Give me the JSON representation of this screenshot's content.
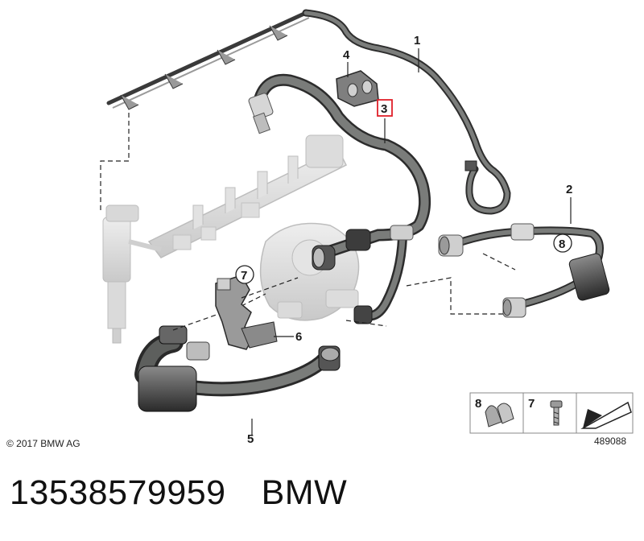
{
  "diagram": {
    "callouts": {
      "c1": "1",
      "c2": "2",
      "c3": "3",
      "c4": "4",
      "c5": "5",
      "c6": "6",
      "c7": "7",
      "c8": "8"
    },
    "copyright": "© 2017 BMW AG",
    "image_number": "489088",
    "legend": {
      "item_a": "8",
      "item_b": "7"
    },
    "highlight_color": "#e0202a",
    "hose_color": "#6e706e",
    "ghost_color": "#d3d3d3"
  },
  "footer": {
    "part_number": "13538579959",
    "brand": "BMW"
  }
}
